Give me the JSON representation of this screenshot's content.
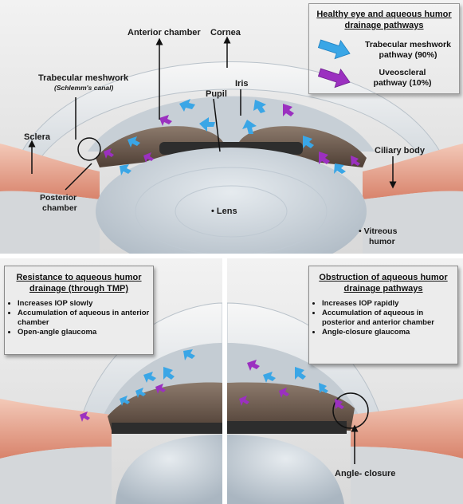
{
  "top_panel": {
    "labels": {
      "anterior_chamber": "Anterior chamber",
      "cornea": "Cornea",
      "trabecular_meshwork": "Trabecular meshwork",
      "schlemms_canal": "(Schlemm's canal)",
      "pupil": "Pupil",
      "iris": "Iris",
      "sclera": "Sclera",
      "ciliary_body": "Ciliary body",
      "posterior_chamber_1": "Posterior",
      "posterior_chamber_2": "chamber",
      "lens": "• Lens",
      "vitreous_1": "• Vitreous",
      "vitreous_2": "humor"
    },
    "legend": {
      "title_1": "Healthy eye and aqueous humor",
      "title_2": "drainage pathways",
      "trabecular_1": "Trabecular meshwork",
      "trabecular_2": "pathway (90%)",
      "uveoscleral_1": "Uveoscleral",
      "uveoscleral_2": "pathway (10%)"
    }
  },
  "left_box": {
    "title_1": "Resistance to aqueous humor",
    "title_2": "drainage (through TMP)",
    "bullets": [
      "Increases IOP slowly",
      "Accumulation of aqueous in anterior chamber",
      "Open-angle glaucoma"
    ]
  },
  "right_box": {
    "title_1": "Obstruction of aqueous humor",
    "title_2": "drainage pathways",
    "bullets": [
      "Increases IOP rapidly",
      "Accumulation of aqueous in posterior and anterior chamber",
      "Angle-closure glaucoma"
    ]
  },
  "angle_closure_label": "Angle- closure",
  "colors": {
    "trabecular_arrow": "#3aa6e6",
    "uveoscleral_arrow": "#9b30c0",
    "sclera": "#e8a894",
    "lens": "#c9d3dc",
    "iris": "#6e5a4c"
  }
}
